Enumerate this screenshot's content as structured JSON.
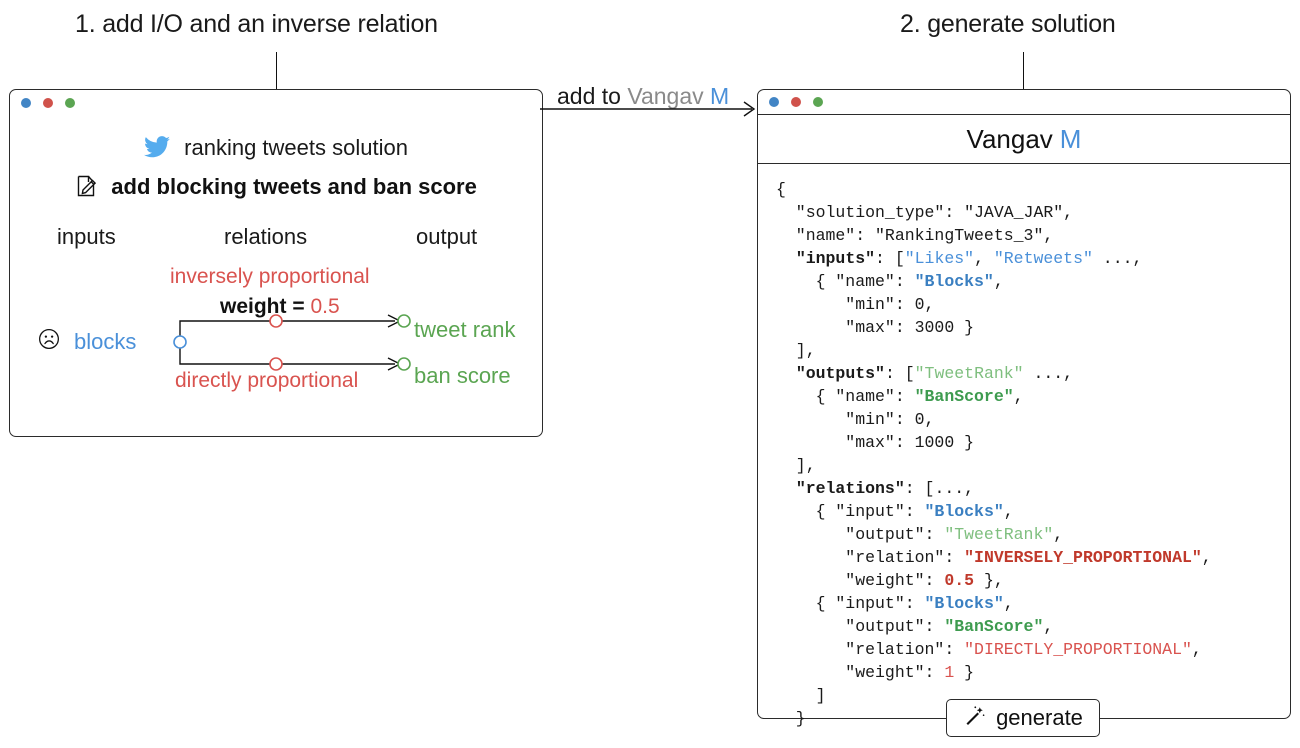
{
  "steps": [
    {
      "caption": "1. add I/O and an inverse relation"
    },
    {
      "caption": "2. generate solution"
    }
  ],
  "flow_arrow": {
    "prefix": "add to ",
    "brand": "Vangav",
    "brand_suffix": " M"
  },
  "left_window": {
    "traffic_lights": [
      "blue",
      "red",
      "green"
    ],
    "solution": {
      "icon": "twitter-icon",
      "title": "ranking tweets solution"
    },
    "edit": {
      "icon": "edit-document-icon",
      "title": "add blocking tweets and ban score"
    },
    "columns": {
      "inputs": "inputs",
      "relations": "relations",
      "output": "output"
    },
    "diagram": {
      "input_node": {
        "icon": "frowning-face-icon",
        "label": "blocks"
      },
      "relation_top": {
        "name": "inversely proportional",
        "weight_label": "weight = ",
        "weight_value": "0.5"
      },
      "relation_bottom": {
        "name": "directly proportional"
      },
      "output_top": "tweet rank",
      "output_bottom": "ban score"
    }
  },
  "right_window": {
    "traffic_lights": [
      "blue",
      "red",
      "green"
    ],
    "app_name": "Vangav",
    "app_suffix": "M",
    "code_lines": [
      [
        {
          "t": "{",
          "s": "plain"
        }
      ],
      [
        {
          "t": "  \"solution_type\": \"JAVA_JAR\",",
          "s": "plain"
        }
      ],
      [
        {
          "t": "  \"name\": \"RankingTweets_3\",",
          "s": "plain"
        }
      ],
      [
        {
          "t": "  ",
          "s": "plain"
        },
        {
          "t": "\"inputs\"",
          "s": "bold"
        },
        {
          "t": ": [",
          "s": "plain"
        },
        {
          "t": "\"Likes\"",
          "s": "blue"
        },
        {
          "t": ", ",
          "s": "plain"
        },
        {
          "t": "\"Retweets\"",
          "s": "blue"
        },
        {
          "t": " ...,",
          "s": "plain"
        }
      ],
      [
        {
          "t": "    { \"name\": ",
          "s": "plain"
        },
        {
          "t": "\"Blocks\"",
          "s": "blue-bold"
        },
        {
          "t": ",",
          "s": "plain"
        }
      ],
      [
        {
          "t": "       \"min\": 0,",
          "s": "plain"
        }
      ],
      [
        {
          "t": "       \"max\": 3000 }",
          "s": "plain"
        }
      ],
      [
        {
          "t": "  ],",
          "s": "plain"
        }
      ],
      [
        {
          "t": "  ",
          "s": "plain"
        },
        {
          "t": "\"outputs\"",
          "s": "bold"
        },
        {
          "t": ": [",
          "s": "plain"
        },
        {
          "t": "\"TweetRank\"",
          "s": "green"
        },
        {
          "t": " ...,",
          "s": "plain"
        }
      ],
      [
        {
          "t": "    { \"name\": ",
          "s": "plain"
        },
        {
          "t": "\"BanScore\"",
          "s": "green-bold"
        },
        {
          "t": ",",
          "s": "plain"
        }
      ],
      [
        {
          "t": "       \"min\": 0,",
          "s": "plain"
        }
      ],
      [
        {
          "t": "       \"max\": 1000 }",
          "s": "plain"
        }
      ],
      [
        {
          "t": "  ],",
          "s": "plain"
        }
      ],
      [
        {
          "t": "  ",
          "s": "plain"
        },
        {
          "t": "\"relations\"",
          "s": "bold"
        },
        {
          "t": ": [...,",
          "s": "plain"
        }
      ],
      [
        {
          "t": "    { \"input\": ",
          "s": "plain"
        },
        {
          "t": "\"Blocks\"",
          "s": "blue-bold"
        },
        {
          "t": ",",
          "s": "plain"
        }
      ],
      [
        {
          "t": "       \"output\": ",
          "s": "plain"
        },
        {
          "t": "\"TweetRank\"",
          "s": "green"
        },
        {
          "t": ",",
          "s": "plain"
        }
      ],
      [
        {
          "t": "       \"relation\": ",
          "s": "plain"
        },
        {
          "t": "\"INVERSELY_PROPORTIONAL\"",
          "s": "red-bold"
        },
        {
          "t": ",",
          "s": "plain"
        }
      ],
      [
        {
          "t": "       \"weight\": ",
          "s": "plain"
        },
        {
          "t": "0.5",
          "s": "red-bold"
        },
        {
          "t": " },",
          "s": "plain"
        }
      ],
      [
        {
          "t": "    { \"input\": ",
          "s": "plain"
        },
        {
          "t": "\"Blocks\"",
          "s": "blue-bold"
        },
        {
          "t": ",",
          "s": "plain"
        }
      ],
      [
        {
          "t": "       \"output\": ",
          "s": "plain"
        },
        {
          "t": "\"BanScore\"",
          "s": "green-bold"
        },
        {
          "t": ",",
          "s": "plain"
        }
      ],
      [
        {
          "t": "       \"relation\": ",
          "s": "plain"
        },
        {
          "t": "\"DIRECTLY_PROPORTIONAL\"",
          "s": "red"
        },
        {
          "t": ",",
          "s": "plain"
        }
      ],
      [
        {
          "t": "       \"weight\": ",
          "s": "plain"
        },
        {
          "t": "1",
          "s": "red"
        },
        {
          "t": " }",
          "s": "plain"
        }
      ],
      [
        {
          "t": "    ]",
          "s": "plain"
        }
      ],
      [
        {
          "t": "  }",
          "s": "plain"
        }
      ]
    ],
    "generate_button": {
      "icon": "magic-wand-icon",
      "label": "generate"
    }
  },
  "colors": {
    "twitter_blue": "#55acee",
    "accent_blue": "#4a90d9",
    "relation_red": "#d9534f",
    "output_green": "#5ba552",
    "dot_blue": "#4285c5",
    "dot_red": "#d0524b",
    "dot_green": "#5ba552"
  }
}
